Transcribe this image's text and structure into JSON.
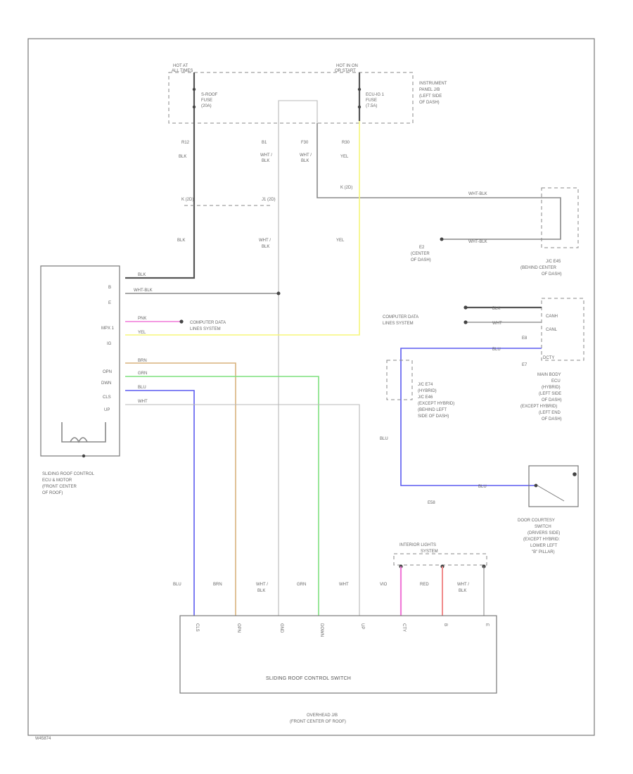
{
  "labels": {
    "hot_left_1": "HOT AT",
    "hot_left_2": "ALL TIMES",
    "hot_right_1": "HOT IN ON",
    "hot_right_2": "OR START",
    "fuse1_name": "S-ROOF",
    "fuse1_fuse": "FUSE",
    "fuse1_amp": "(20A)",
    "fuse2_name": "ECU-IG 1",
    "fuse2_fuse": "FUSE",
    "fuse2_amp": "(7.5A)",
    "ipjb_1": "INSTRUMENT",
    "ipjb_2": "PANEL J/B",
    "ipjb_3": "(LEFT SIDE",
    "ipjb_4": "OF DASH)",
    "pin_r12": "R12",
    "pin_b1": "B1",
    "pin_f30": "F30",
    "pin_r30": "R30",
    "w_blk1": "BLK",
    "w_wb1": "WHT /",
    "w_wb1b": "BLK",
    "w_wb2": "WHT /",
    "w_wb2b": "BLK",
    "w_yel1": "YEL",
    "conn_kj": "K (2D)",
    "conn_jc": "J1 (2D)",
    "w_blk2": "BLK",
    "w_wb3": "WHT /",
    "w_wb3b": "BLK",
    "w_yel2": "YEL",
    "w_whtblk_top": "WHT-BLK",
    "w_whtblk_e2": "WHT-BLK",
    "e2_1": "E2",
    "e2_2": "(CENTER",
    "e2_3": "OF DASH)",
    "jc_1": "J/C E45",
    "jc_2": "(BEHIND CENTER",
    "jc_3": "OF DASH)",
    "ecu_pin_b": "B",
    "ecu_pin_e": "E",
    "ecu_pin_mpx": "MPX 1",
    "ecu_pin_ig": "IG",
    "ecu_pin_opn": "OPN",
    "ecu_pin_dwn": "DWN",
    "ecu_pin_cls": "CLS",
    "ecu_pin_up": "UP",
    "ecu_w_blk": "BLK",
    "ecu_w_whtblk": "WHT-BLK",
    "ecu_w_pnk": "PNK",
    "ecu_w_yel": "YEL",
    "ecu_w_brn": "BRN",
    "ecu_w_grn": "GRN",
    "ecu_w_blu": "BLU",
    "ecu_w_wht": "WHT",
    "cdls_1": "COMPUTER DATA",
    "cdls_2": "LINES SYSTEM",
    "cdls_r1": "COMPUTER DATA",
    "cdls_r2": "LINES SYSTEM",
    "ecu_1": "SLIDING ROOF CONTROL",
    "ecu_2": "ECU & MOTOR",
    "ecu_3": "(FRONT CENTER",
    "ecu_4": "OF ROOF)",
    "mb_pin_canh": "CANH",
    "mb_pin_canl": "CANL",
    "mb_pin_dcty": "DCTY",
    "mb_w_blk": "BLK",
    "mb_w_wht": "WHT",
    "mb_w_blu": "BLU",
    "mb_e8": "E8",
    "mb_e7": "E7",
    "mb_1": "MAIN BODY",
    "mb_2": "ECU",
    "mb_3": "(HYBRID)",
    "mb_4": "(LEFT SIDE",
    "mb_5": "OF DASH)",
    "mb_6": "(EXCEPT HYBRID)",
    "mb_7": "(LEFT END",
    "mb_8": "OF DASH)",
    "jc2_1": "J/C E74",
    "jc2_2": "(HYBRID)",
    "jc2_3": "J/C E46",
    "jc2_4": "(EXCEPT HYBRID)",
    "jc2_5": "(BEHIND LEFT",
    "jc2_6": "SIDE OF DASH)",
    "w_blu_vert": "BLU",
    "w_blu_dc": "BLU",
    "conn_e58": "E58",
    "dc_1": "DOOR COURTESY",
    "dc_2": "SWITCH",
    "dc_3": "(DRIVERS SIDE)",
    "dc_4": "(EXCEPT HYBRID:",
    "dc_5": "LOWER LEFT",
    "dc_6": "\"B\" PILLAR)",
    "il_1": "INTERIOR LIGHTS",
    "il_2": "SYSTEM",
    "sw_w_blu": "BLU",
    "sw_w_brn": "BRN",
    "sw_w_wb": "WHT /",
    "sw_w_wbb": "BLK",
    "sw_w_grn": "GRN",
    "sw_w_wht": "WHT",
    "sw_w_vio": "VIO",
    "sw_w_red": "RED",
    "sw_w_wb2": "WHT /",
    "sw_w_wb2b": "BLK",
    "sw_pin_cls": "CLS",
    "sw_pin_opn": "OPN",
    "sw_pin_gnd": "GND",
    "sw_pin_down": "DOWN",
    "sw_pin_up": "UP",
    "sw_pin_cty": "CTY",
    "sw_pin_b": "B",
    "sw_pin_e": "E",
    "sw_name": "SLIDING ROOF CONTROL SWITCH",
    "ohjb_1": "OVERHEAD J/B",
    "ohjb_2": "(FRONT CENTER OF ROOF)",
    "code": "W45874"
  },
  "colors": {
    "blue": "#5b5bf0",
    "tan": "#d8b27c",
    "green": "#7fe07f",
    "yellow": "#f5f57a",
    "pink": "#f07ad8",
    "red": "#f08a8a",
    "black": "#444444"
  }
}
